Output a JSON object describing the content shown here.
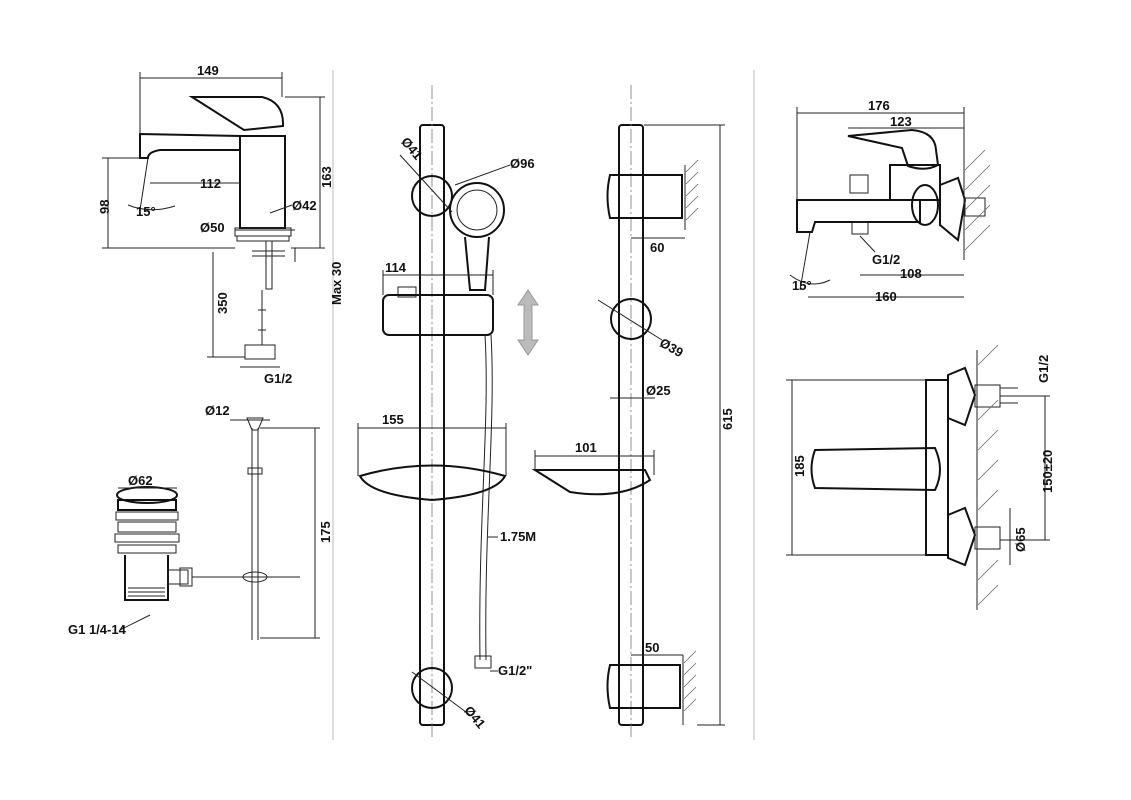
{
  "views": {
    "basin_mixer": {
      "dims": {
        "width": "149",
        "height": "163",
        "spout_height": "98",
        "reach": "112",
        "body_dia": "Ø42",
        "base_dia": "Ø50",
        "angle": "15°",
        "hose_length": "350",
        "thread": "G1/2",
        "deck_max": "Max 30"
      }
    },
    "waste": {
      "dims": {
        "cap_dia": "Ø62",
        "thread": "G1 1/4-14",
        "rod_dia": "Ø12",
        "rod_height": "175"
      }
    },
    "shower_set_front": {
      "dims": {
        "holder_top_dia": "Ø41",
        "head_dia": "Ø96",
        "slider_width": "114",
        "dish_width": "155",
        "hose_length": "1.75M",
        "hose_thread": "G1/2\"",
        "holder_bottom_dia": "Ø41"
      }
    },
    "shower_set_side": {
      "dims": {
        "bracket_depth": "60",
        "slider_dia": "Ø39",
        "rail_dia": "Ø25",
        "dish_depth": "101",
        "bottom_bracket_depth": "50",
        "rail_length": "615"
      }
    },
    "bath_mixer_side": {
      "dims": {
        "width": "176",
        "lever": "123",
        "thread": "G1/2",
        "reach_a": "108",
        "reach_b": "160",
        "angle": "15°"
      }
    },
    "bath_mixer_top": {
      "dims": {
        "height": "185",
        "thread": "G1/2",
        "centers": "150±20",
        "flange_dia": "Ø65"
      }
    }
  }
}
